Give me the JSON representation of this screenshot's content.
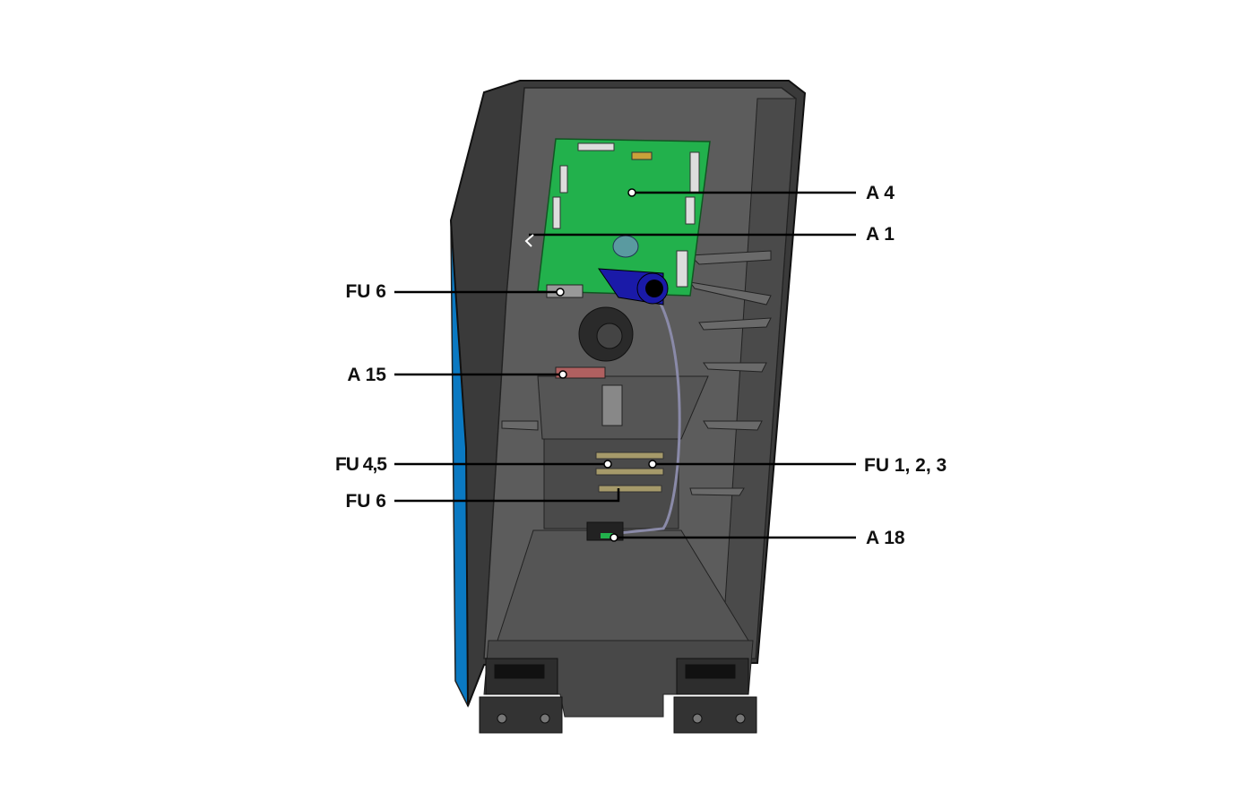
{
  "diagram": {
    "labels": {
      "a4": "A 4",
      "a1": "A 1",
      "fu6_top": "FU 6",
      "a15": "A 15",
      "fu45": "FU 4,5",
      "fu6_bottom": "FU 6",
      "fu123": "FU 1, 2, 3",
      "a18": "A 18"
    },
    "colors": {
      "housing": "#3d3d3d",
      "inner": "#5a5a5a",
      "side_panel": "#0a79c2",
      "pcb": "#22b14c",
      "component_blue": "#1a1aa8"
    }
  }
}
